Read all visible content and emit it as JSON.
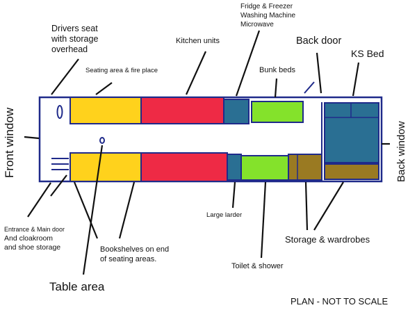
{
  "title": "PLAN - NOT TO SCALE",
  "colors": {
    "outline": "#1f2a8a",
    "seating": "#ffd21c",
    "kitchen": "#ee2a45",
    "appliance": "#2a6f93",
    "bunk": "#84e22b",
    "storage": "#9a7a22",
    "leader": "#111111"
  },
  "labels": {
    "drivers_seat_1": "Drivers seat",
    "drivers_seat_2": "with storage",
    "drivers_seat_3": "overhead",
    "seating_fire": "Seating area & fire place",
    "kitchen_units": "Kitchen units",
    "fridge_1": "Fridge & Freezer",
    "fridge_2": "Washing Machine",
    "fridge_3": "Microwave",
    "back_door": "Back door",
    "ks_bed": "KS Bed",
    "bunk_beds": "Bunk beds",
    "front_window": "Front window",
    "back_window": "Back window",
    "entrance_1": "Entrance & Main door",
    "entrance_2": "And cloakroom",
    "entrance_3": "and shoe storage",
    "bookshelves_1": "Bookshelves on end",
    "bookshelves_2": "of seating areas.",
    "large_larder": "Large larder",
    "storage_wardrobes": "Storage & wardrobes",
    "toilet_shower": "Toilet & shower",
    "table_area": "Table area"
  }
}
